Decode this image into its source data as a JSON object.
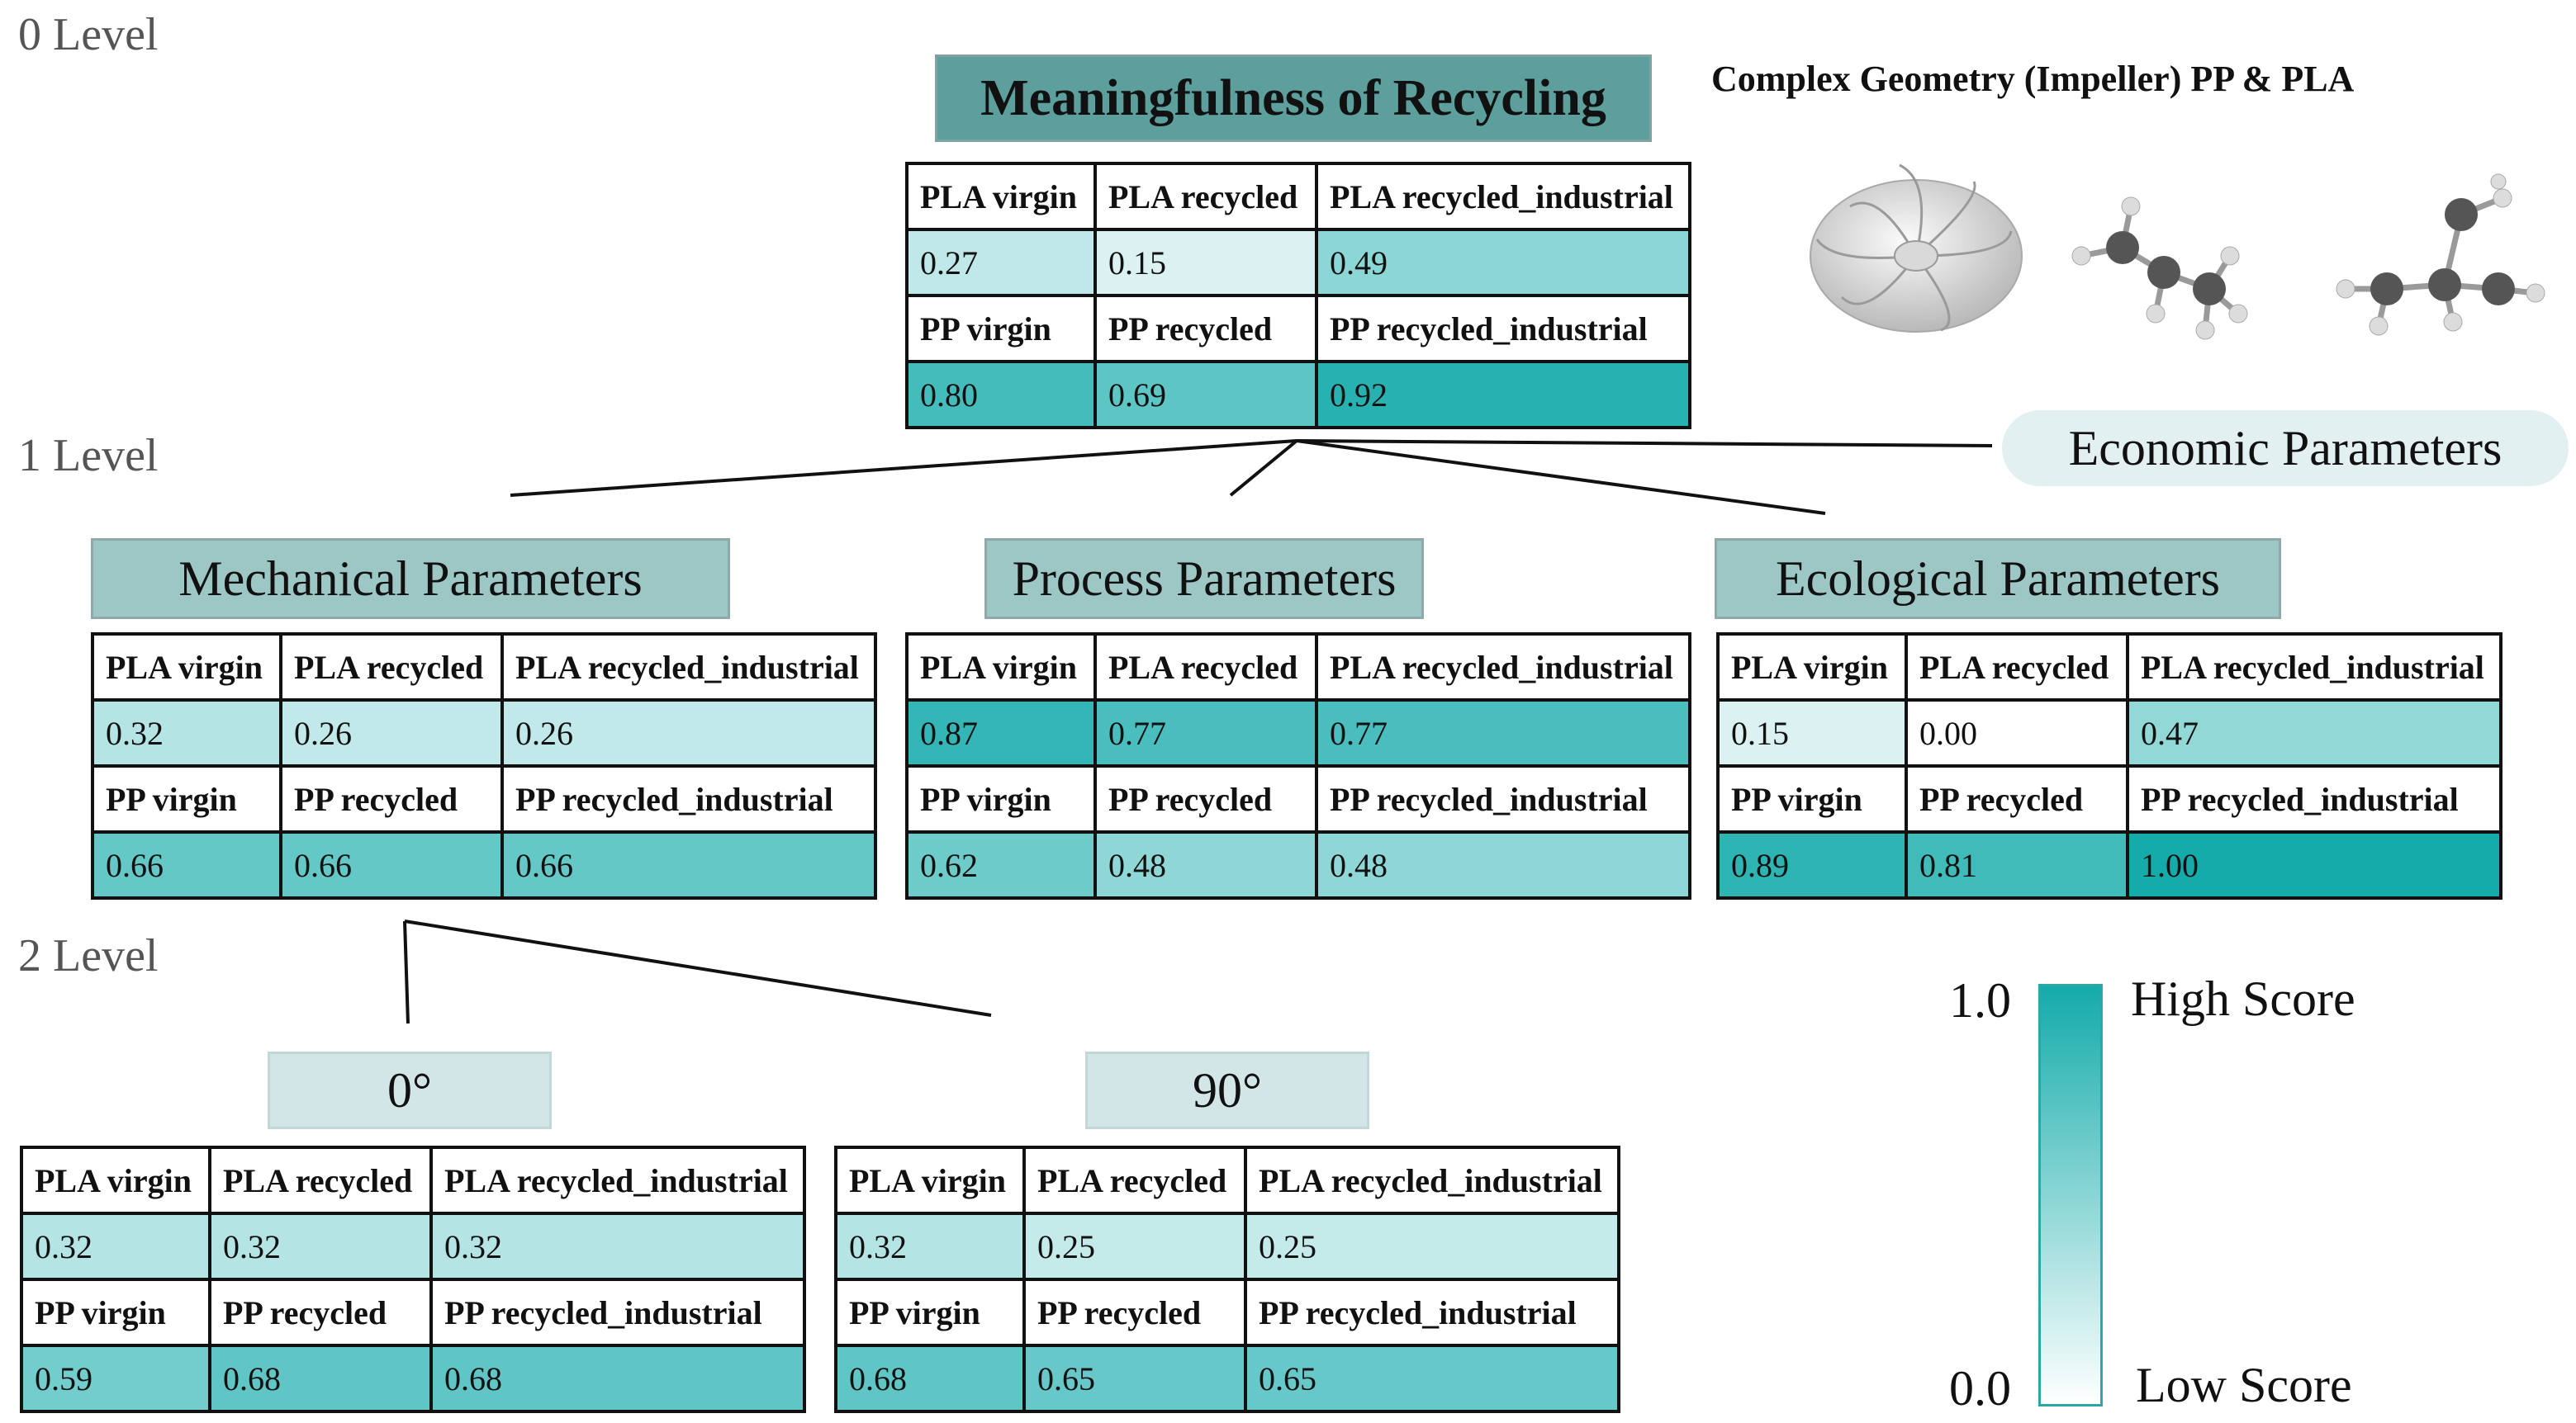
{
  "levels": {
    "l0": "0 Level",
    "l1": "1 Level",
    "l2": "2 Level"
  },
  "root": {
    "title": "Meaningfulness of Recycling",
    "rows": [
      {
        "labels": [
          "PLA virgin",
          "PLA recycled",
          "PLA recycled_industrial"
        ],
        "values": [
          "0.27",
          "0.15",
          "0.49"
        ]
      },
      {
        "labels": [
          "PP virgin",
          "PP recycled",
          "PP recycled_industrial"
        ],
        "values": [
          "0.80",
          "0.69",
          "0.92"
        ]
      }
    ]
  },
  "geometry_title": "Complex Geometry (Impeller) PP & PLA",
  "economic_label": "Economic Parameters",
  "mechanical": {
    "title": "Mechanical Parameters",
    "rows": [
      {
        "labels": [
          "PLA virgin",
          "PLA recycled",
          "PLA recycled_industrial"
        ],
        "values": [
          "0.32",
          "0.26",
          "0.26"
        ]
      },
      {
        "labels": [
          "PP virgin",
          "PP recycled",
          "PP recycled_industrial"
        ],
        "values": [
          "0.66",
          "0.66",
          "0.66"
        ]
      }
    ]
  },
  "process": {
    "title": "Process Parameters",
    "rows": [
      {
        "labels": [
          "PLA virgin",
          "PLA recycled",
          "PLA recycled_industrial"
        ],
        "values": [
          "0.87",
          "0.77",
          "0.77"
        ]
      },
      {
        "labels": [
          "PP virgin",
          "PP recycled",
          "PP recycled_industrial"
        ],
        "values": [
          "0.62",
          "0.48",
          "0.48"
        ]
      }
    ]
  },
  "ecological": {
    "title": "Ecological Parameters",
    "rows": [
      {
        "labels": [
          "PLA virgin",
          "PLA recycled",
          "PLA recycled_industrial"
        ],
        "values": [
          "0.15",
          "0.00",
          "0.47"
        ]
      },
      {
        "labels": [
          "PP virgin",
          "PP recycled",
          "PP recycled_industrial"
        ],
        "values": [
          "0.89",
          "0.81",
          "1.00"
        ]
      }
    ]
  },
  "deg0": {
    "title": "0°",
    "rows": [
      {
        "labels": [
          "PLA virgin",
          "PLA recycled",
          "PLA recycled_industrial"
        ],
        "values": [
          "0.32",
          "0.32",
          "0.32"
        ]
      },
      {
        "labels": [
          "PP virgin",
          "PP recycled",
          "PP recycled_industrial"
        ],
        "values": [
          "0.59",
          "0.68",
          "0.68"
        ]
      }
    ]
  },
  "deg90": {
    "title": "90°",
    "rows": [
      {
        "labels": [
          "PLA virgin",
          "PLA recycled",
          "PLA recycled_industrial"
        ],
        "values": [
          "0.32",
          "0.25",
          "0.25"
        ]
      },
      {
        "labels": [
          "PP virgin",
          "PP recycled",
          "PP recycled_industrial"
        ],
        "values": [
          "0.68",
          "0.65",
          "0.65"
        ]
      }
    ]
  },
  "legend": {
    "max": "1.0",
    "min": "0.0",
    "high": "High Score",
    "low": "Low Score"
  },
  "colors": {
    "high": "#14abaa",
    "low": "#ffffff",
    "header": "#9dc7c5",
    "root_header": "#5c9f9c"
  }
}
